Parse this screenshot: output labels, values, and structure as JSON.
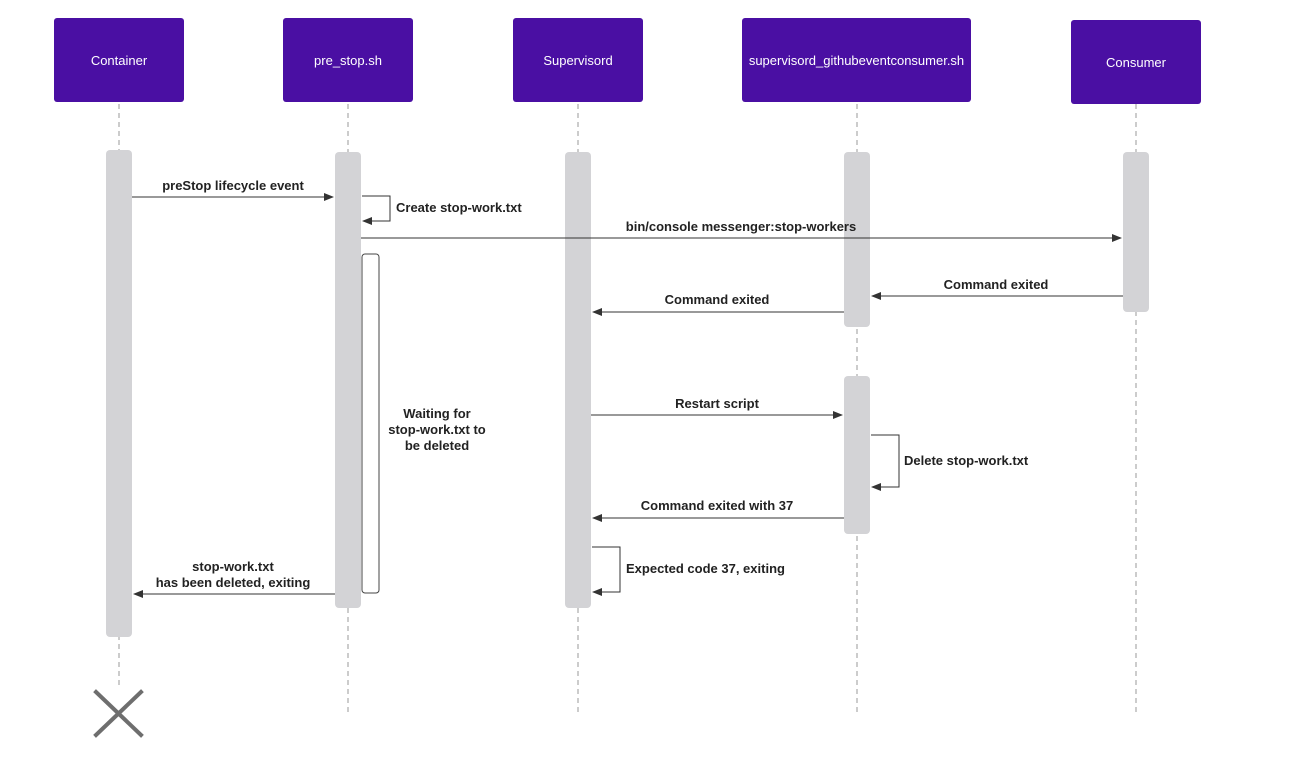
{
  "participants": [
    {
      "id": "container",
      "label": "Container"
    },
    {
      "id": "pre_stop",
      "label": "pre_stop.sh"
    },
    {
      "id": "supervisord",
      "label": "Supervisord"
    },
    {
      "id": "supervisord_script",
      "label": "supervisord_githubeventconsumer.sh"
    },
    {
      "id": "consumer",
      "label": "Consumer"
    }
  ],
  "messages": {
    "prestop_event": "preStop lifecycle event",
    "create_file": "Create stop-work.txt",
    "stop_workers": "bin/console messenger:stop-workers",
    "consumer_exited": "Command exited",
    "script_exited": "Command exited",
    "restart_script": "Restart script",
    "delete_file": "Delete stop-work.txt",
    "exited_37": "Command exited with 37",
    "expected_code": "Expected code 37, exiting",
    "waiting_note": "Waiting for\nstop-work.txt to\nbe deleted",
    "deleted_exiting": "stop-work.txt\nhas been deleted, exiting"
  },
  "colors": {
    "participant_fill": "#4a0fa3",
    "activation_fill": "#d3d3d6",
    "arrow": "#333333",
    "lifeline": "#999999"
  },
  "icons": {
    "termination": "cross-icon"
  }
}
